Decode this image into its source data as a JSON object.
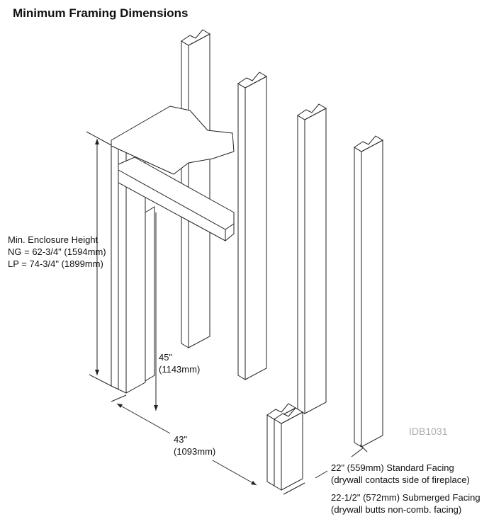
{
  "title": "Minimum Framing Dimensions",
  "labels": {
    "enclosure": [
      "Min. Enclosure Height",
      "NG = 62-3/4\" (1594mm)",
      "LP = 74-3/4\" (1899mm)"
    ],
    "height45": [
      "45\"",
      "(1143mm)"
    ],
    "width43": [
      "43\"",
      "(1093mm)"
    ],
    "standard": [
      "22\" (559mm) Standard Facing",
      "(drywall contacts side of fireplace)"
    ],
    "submerged": [
      "22-1/2\" (572mm) Submerged Facing",
      "(drywall butts non-comb. facing)"
    ]
  },
  "drawing_id": "IDB1031"
}
